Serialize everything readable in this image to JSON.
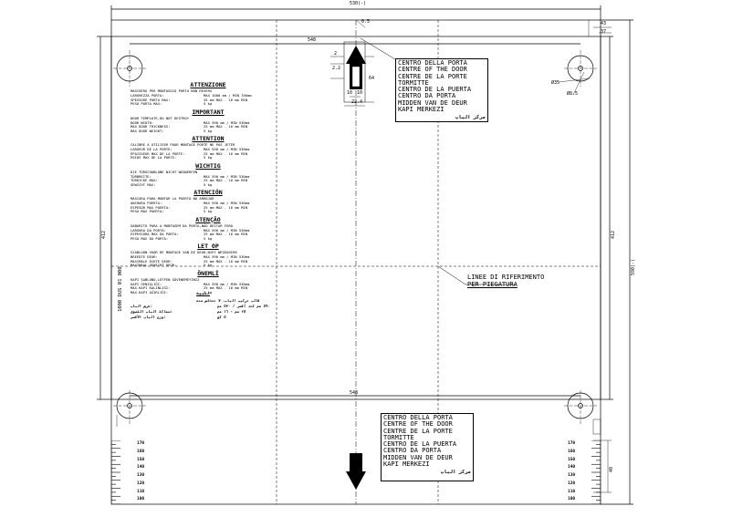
{
  "dimensions": {
    "overall_width": "530(-)",
    "overall_height": "590(-)",
    "inner_height_left": "412",
    "inner_height_right": "412",
    "center_to_center_top": "548",
    "center_to_center_bottom": "548",
    "arrow_top": "0.5",
    "arrow_dim_1": "2",
    "arrow_dim_2": "2.2",
    "arrow_dim_3": "64",
    "arrow_dim_4": "10",
    "arrow_dim_5": "10",
    "arrow_dim_6": "22.4",
    "hole_dim_1": "Ø35",
    "hole_dim_2": "Ø8.5",
    "right_dim_1": "43",
    "right_dim_2": "37",
    "bottom_right_dim": "40"
  },
  "door_centre_label": [
    "CENTRO DELLA PORTA",
    "CENTRE OF THE DOOR",
    "CENTRE DE LA PORTE",
    "TORMITTE",
    "CENTRO DE LA PUERTA",
    "CENTRO DA PORTA",
    "MIDDEN VAN DE DEUR",
    "KAPI MERKEZI"
  ],
  "door_centre_arabic": "مركز الباب",
  "fold_line_label": [
    "LINEE DI RIFERIMENTO",
    "PER PIEGATURA"
  ],
  "side_code": "1000 DUS 01 000",
  "instructions": [
    {
      "heading": "ATTENZIONE",
      "intro": "MASCHERA PER MONTAGGIO PORTA NON REVERS",
      "rows": [
        {
          "label": "LARGHEZZA PORTA:",
          "value": "MAX 1000 mm / MIN 700mm"
        },
        {
          "label": "SPESSORE PORTA MAX:",
          "value": "35 mm MAX - 16 mm MIN"
        },
        {
          "label": "PESO PORTA MAX:",
          "value": "5 kg"
        }
      ]
    },
    {
      "heading": "IMPORTANT",
      "intro": "DOOR TEMPLATE,DO NOT DESTROY",
      "rows": [
        {
          "label": "DOOR WIDTH:",
          "value": "MAX 590 mm / MIN 530mm"
        },
        {
          "label": "MAX DOOR THICKNESS:",
          "value": "25 mm MAX - 16 mm MIN"
        },
        {
          "label": "MAX DOOR WEIGHT:",
          "value": "5 kg"
        }
      ]
    },
    {
      "heading": "ATTENTION",
      "intro": "CALIBRE A UTILISER POUR MONTAGE PORTE NE PAS JETER",
      "rows": [
        {
          "label": "LARGEUR DE LA PORTE:",
          "value": "MAX 590 mm / MIN 530mm"
        },
        {
          "label": "ÉPAISSEUR MAX DE LA PORTE:",
          "value": "25 mm MAX - 16 mm MIN"
        },
        {
          "label": "POIDS MAX DE LA PORTE:",
          "value": "5 kg"
        }
      ]
    },
    {
      "heading": "WICHTIG",
      "intro": "DIE TÜRSCHABLONE NICHT WEGWERFEN",
      "rows": [
        {
          "label": "TÜRBREITE:",
          "value": "MAX 590 mm / MIN 530mm"
        },
        {
          "label": "TÜRDICKE MAX:",
          "value": "25 mm MAX - 16 mm MIN"
        },
        {
          "label": "GEWICHT MAX:",
          "value": "5 kg"
        }
      ]
    },
    {
      "heading": "ATENCIÓN",
      "intro": "MÁSCARA PARA MONTAR LA PUERTA NO ARROJAR",
      "rows": [
        {
          "label": "ANCHURA PUERTA:",
          "value": "MAX 590 mm / MIN 530mm"
        },
        {
          "label": "ESPESOR MAX PUERTA:",
          "value": "25 mm MAX - 16 mm MIN"
        },
        {
          "label": "PESO MAX PUERTA:",
          "value": "5 kg"
        }
      ]
    },
    {
      "heading": "ATENÇÃO",
      "intro": "GABARITO PARA A MONTAGEM DA PORTA,NÃO DEITAR FORA",
      "rows": [
        {
          "label": "LARGURA DA PORTA:",
          "value": "MAX 590 mm / MIN 530mm"
        },
        {
          "label": "ESPESSURA MAX DA PORTA:",
          "value": "25 mm MAX - 16 mm MIN"
        },
        {
          "label": "PESO MAX DA PORTA:",
          "value": "5 kg"
        }
      ]
    },
    {
      "heading": "LET OP",
      "intro": "SJABLOON VOOR DE MONTAGE VAN DE DEUR,NIET WEGGOOIEN",
      "rows": [
        {
          "label": "BREEDTE DEUR:",
          "value": "MAX 590 mm / MIN 530mm"
        },
        {
          "label": "MAXIMALE DIKTE DEUR:",
          "value": "25 mm MAX - 16 mm MIN"
        },
        {
          "label": "MAXIMAAL GEWICHT DEUR:",
          "value": "5 kg"
        }
      ]
    },
    {
      "heading": "ÖNEMLİ",
      "intro": "KAPI ŞABLONU,LÜTFEN GÜVENEMEYİNİZ",
      "rows": [
        {
          "label": "KAPI GENİŞLİĞİ:",
          "value": "MAX 590 mm / MIN 530mm"
        },
        {
          "label": "MAX.KAPI KALINLIĞI:",
          "value": "25 mm MAX - 16 mm MIN"
        },
        {
          "label": "MAX.KAPI AĞIRLIĞI:",
          "value": "5 kg"
        }
      ]
    }
  ],
  "arabic_heading": "تنبيه",
  "arabic_rows_left": [
    "قالب تركيب الباب، لا تتخلص منه",
    "عرض الباب:",
    "سماكة الباب القصوى:",
    "وزن الباب الأقصى:"
  ],
  "arabic_rows_right": [
    "٥٩٠ مم كحد أقصى / ٥٣٠ مم",
    "٢٥ مم - ١٦ مم",
    "٥ كغ"
  ],
  "scale_left": [
    "170",
    "160",
    "150",
    "140",
    "130",
    "120",
    "110",
    "100"
  ],
  "scale_right": [
    "170",
    "160",
    "150",
    "140",
    "130",
    "120",
    "110",
    "100"
  ]
}
